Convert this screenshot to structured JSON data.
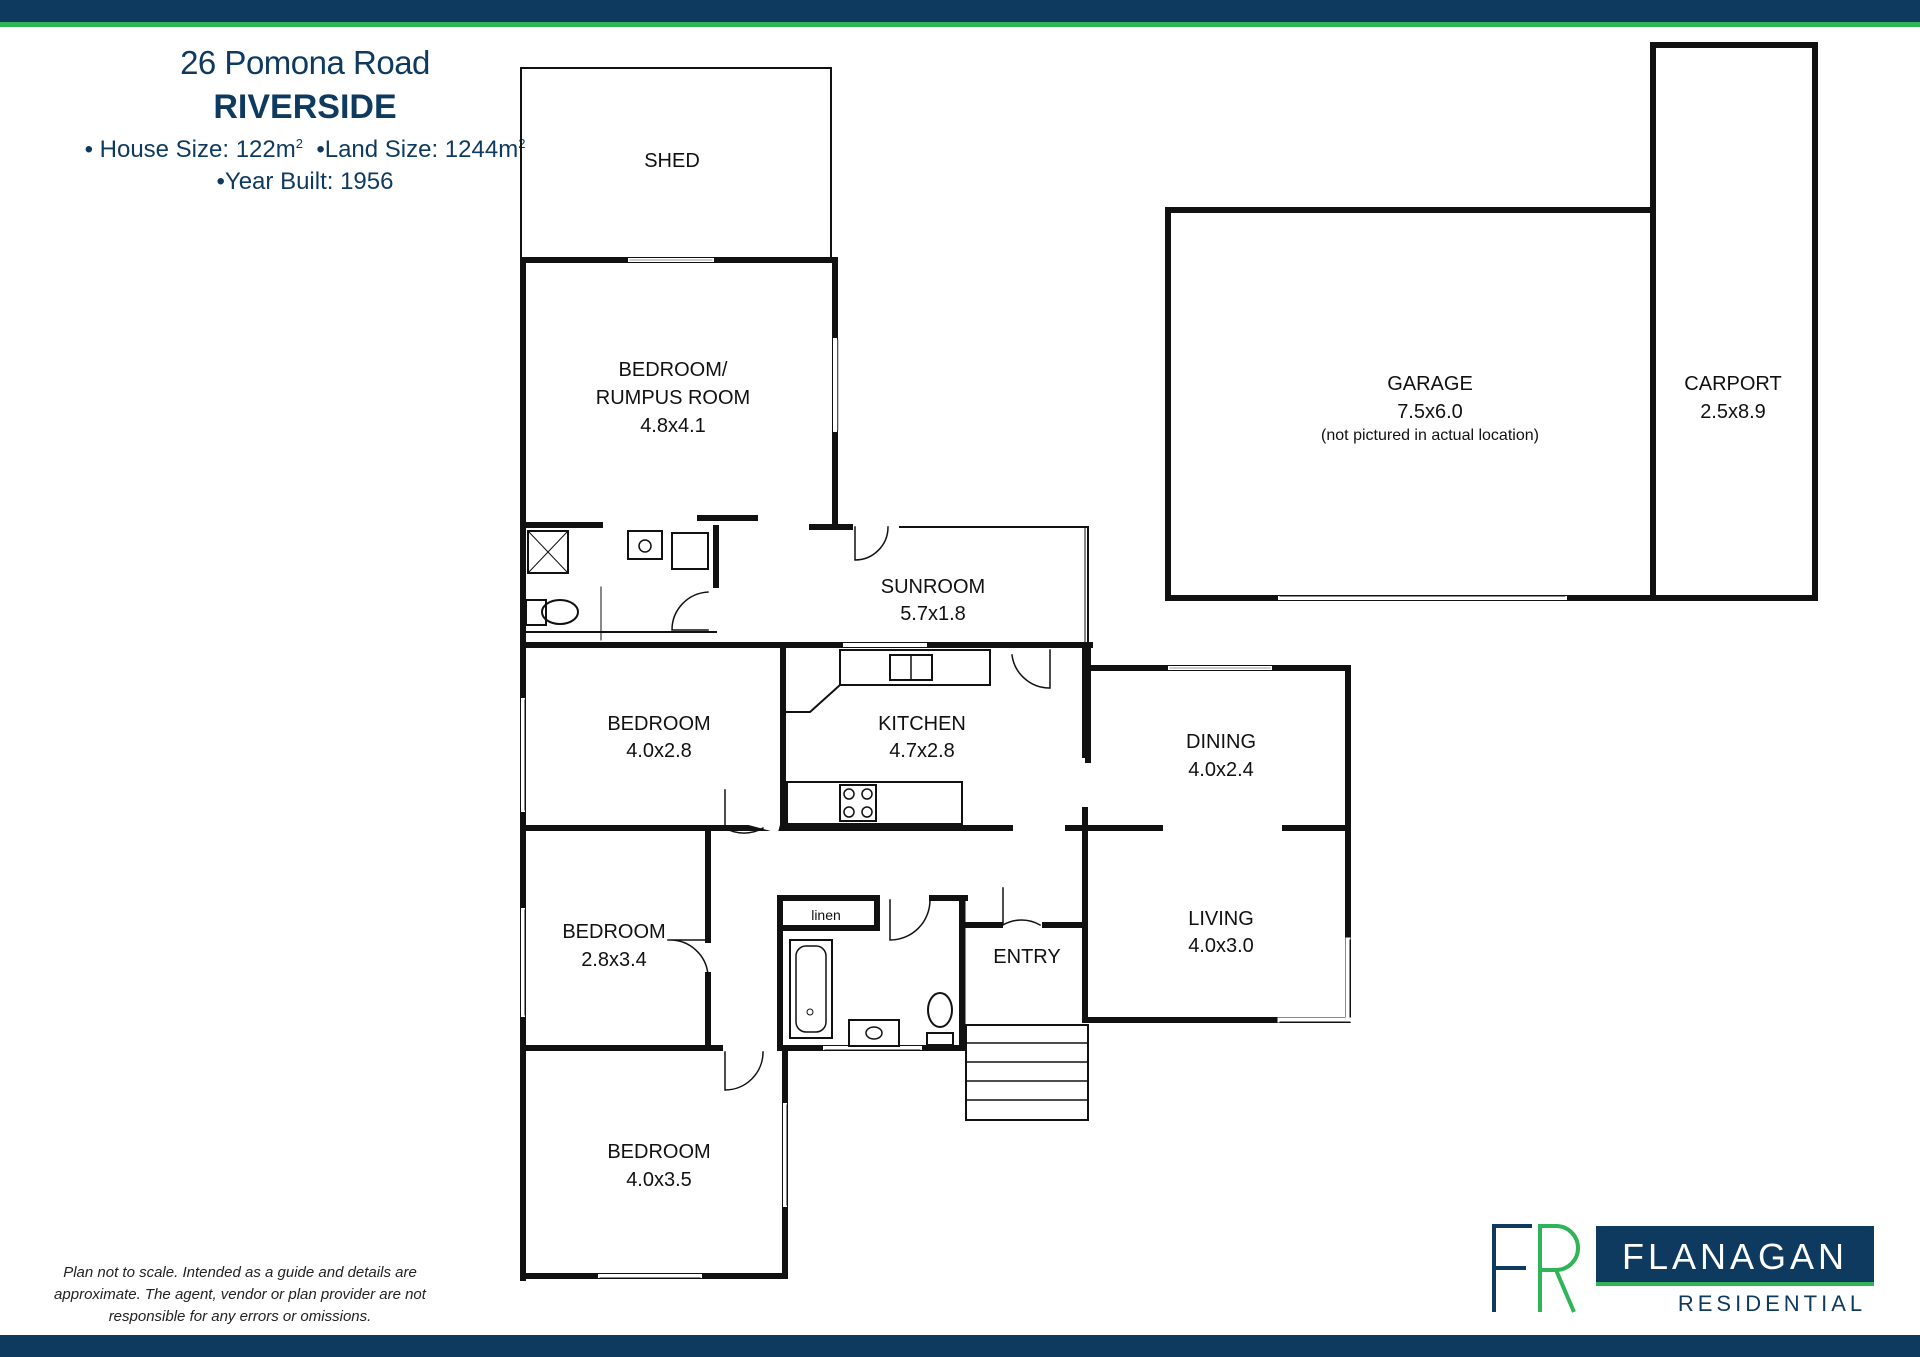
{
  "header": {
    "address": "26 Pomona Road",
    "suburb": "RIVERSIDE",
    "house_size_label": "• House Size: 122m",
    "land_size_label": "•Land Size: 1244m",
    "squared": "2",
    "year_built_label": "•Year Built: 1956"
  },
  "rooms": {
    "shed": "SHED",
    "rumpus_line1": "BEDROOM/",
    "rumpus_line2": "RUMPUS ROOM",
    "rumpus_size": "4.8x4.1",
    "sunroom": "SUNROOM",
    "sunroom_size": "5.7x1.8",
    "bedroom1": "BEDROOM",
    "bedroom1_size": "4.0x2.8",
    "kitchen": "KITCHEN",
    "kitchen_size": "4.7x2.8",
    "dining": "DINING",
    "dining_size": "4.0x2.4",
    "bedroom2": "BEDROOM",
    "bedroom2_size": "2.8x3.4",
    "linen": "linen",
    "entry": "ENTRY",
    "living": "LIVING",
    "living_size": "4.0x3.0",
    "bedroom3": "BEDROOM",
    "bedroom3_size": "4.0x3.5",
    "garage": "GARAGE",
    "garage_size": "7.5x6.0",
    "garage_note": "(not pictured in actual location)",
    "carport": "CARPORT",
    "carport_size": "2.5x8.9"
  },
  "disclaimer": "Plan not to scale. Intended as a guide and details are approximate. The agent, vendor or plan provider are not responsible for any errors or omissions.",
  "logo": {
    "mark": "FR",
    "name": "FLANAGAN",
    "sub": "RESIDENTIAL"
  },
  "colors": {
    "brand_navy": "#0f3a5f",
    "brand_green": "#2fb457",
    "wall": "#111111"
  }
}
